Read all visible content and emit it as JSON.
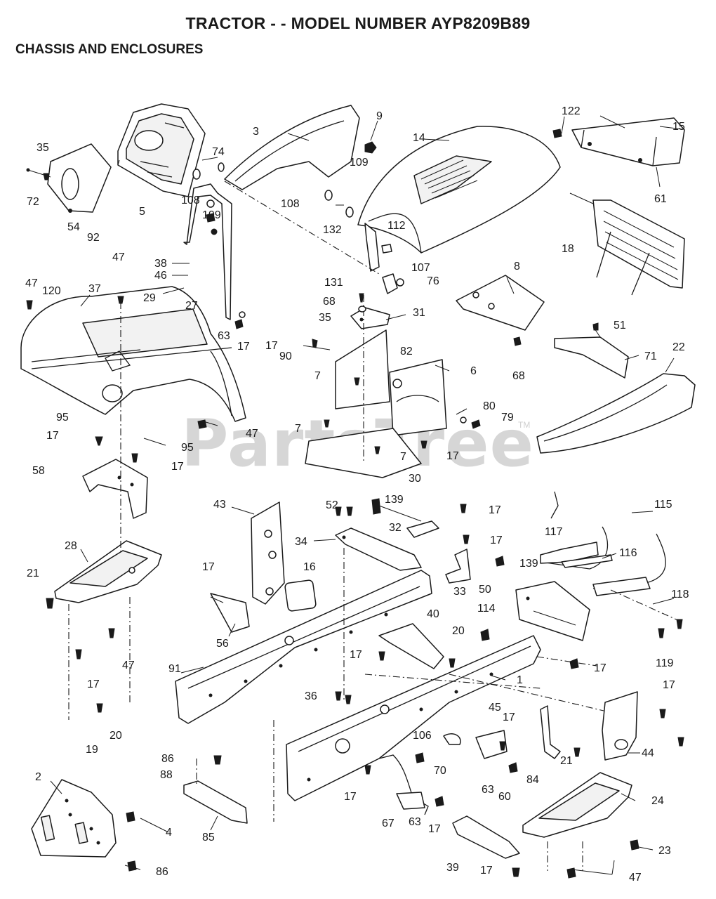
{
  "header": {
    "title": "TRACTOR - - MODEL NUMBER AYP8209B89",
    "subtitle": "CHASSIS AND ENCLOSURES"
  },
  "watermark": {
    "text": "PartsTree",
    "mark": "TM"
  },
  "callouts": {
    "c3": "3",
    "c9": "9",
    "c14": "14",
    "c122": "122",
    "c15": "15",
    "c35a": "35",
    "c72": "72",
    "c54": "54",
    "c92": "92",
    "c5": "5",
    "c74": "74",
    "c108a": "108",
    "c109a": "109",
    "c108b": "108",
    "c132": "132",
    "c109b": "109",
    "c112": "112",
    "c61": "61",
    "c18": "18",
    "c47a": "47",
    "c47b": "47",
    "c120": "120",
    "c37": "37",
    "c38": "38",
    "c46": "46",
    "c29": "29",
    "c27": "27",
    "c63a": "63",
    "c17a": "17",
    "c131": "131",
    "c107": "107",
    "c76": "76",
    "c8": "8",
    "c68a": "68",
    "c35b": "35",
    "c31": "31",
    "c17b": "17",
    "c90": "90",
    "c82": "82",
    "c6": "6",
    "c7a": "7",
    "c68b": "68",
    "c51": "51",
    "c71": "71",
    "c22": "22",
    "c95a": "95",
    "c17c": "17",
    "c95b": "95",
    "c47c": "47",
    "c58": "58",
    "c17d": "17",
    "c7b": "7",
    "c80": "80",
    "c79": "79",
    "c17e": "17",
    "c7c": "7",
    "c30": "30",
    "c43": "43",
    "c52": "52",
    "c139a": "139",
    "c32": "32",
    "c34": "34",
    "c17f": "17",
    "c17g": "17",
    "c117": "117",
    "c115": "115",
    "c28": "28",
    "c21a": "21",
    "c16": "16",
    "c17h": "17",
    "c56": "56",
    "c139b": "139",
    "c33": "33",
    "c116": "116",
    "c50": "50",
    "c118": "118",
    "c47d": "47",
    "c17i": "17",
    "c40": "40",
    "c114": "114",
    "c20a": "20",
    "c17j": "17",
    "c91": "91",
    "c1": "1",
    "c17k": "17",
    "c119": "119",
    "c36": "36",
    "c17l": "17",
    "c20b": "20",
    "c19": "19",
    "c45": "45",
    "c17m": "17",
    "c106": "106",
    "c70": "70",
    "c21b": "21",
    "c44": "44",
    "c2": "2",
    "c86a": "86",
    "c88": "88",
    "c63b": "63",
    "c60": "60",
    "c84": "84",
    "c17n": "17",
    "c4": "4",
    "c85": "85",
    "c67": "67",
    "c63c": "63",
    "c17o": "17",
    "c24": "24",
    "c86b": "86",
    "c39": "39",
    "c17p": "17",
    "c23": "23",
    "c47e": "47"
  }
}
